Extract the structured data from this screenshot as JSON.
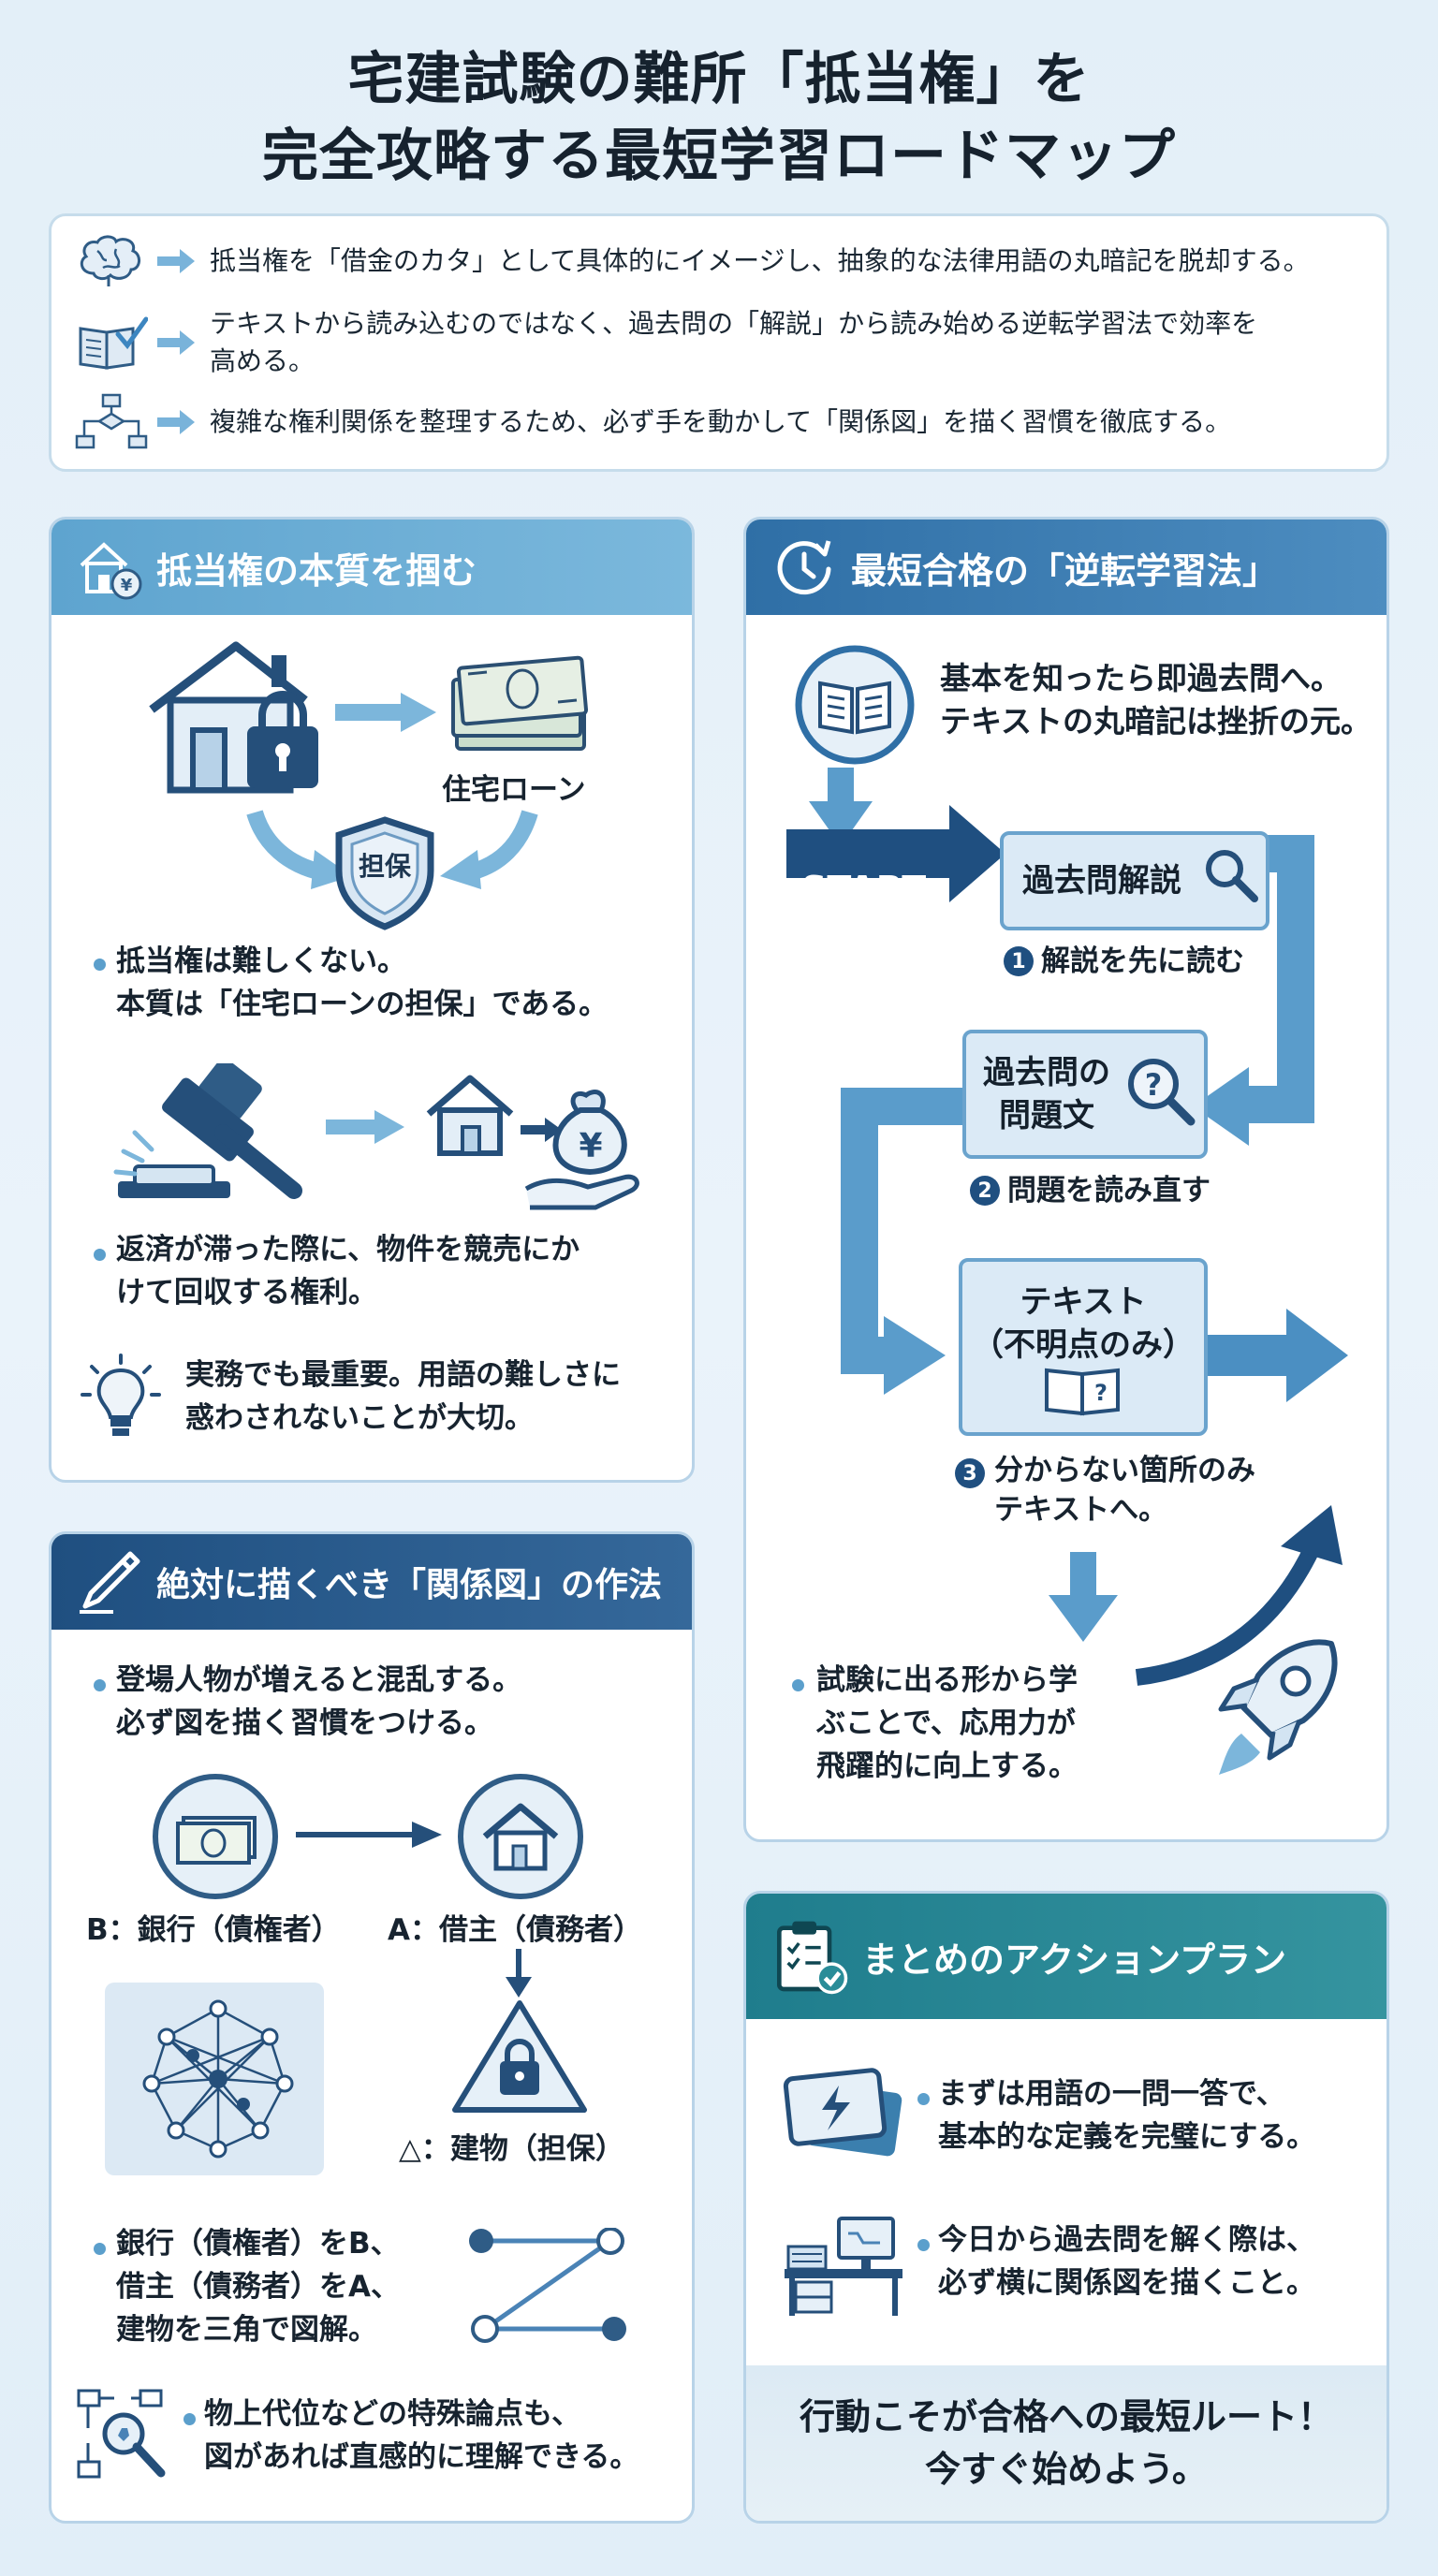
{
  "title": {
    "line1": "宅建試験の難所「抵当権」を",
    "line2": "完全攻略する最短学習ロードマップ"
  },
  "intro": {
    "items": [
      {
        "icon": "brain-icon",
        "text": "抵当権を「借金のカタ」として具体的にイメージし、抽象的な法律用語の丸暗記を脱却する。"
      },
      {
        "icon": "book-check-icon",
        "text_line1": "テキストから読み込むのではなく、過去問の「解説」から読み始める逆転学習法で効率を",
        "text_line2": "高める。"
      },
      {
        "icon": "flowchart-icon",
        "text": "複雑な権利関係を整理するため、必ず手を動かして「関係図」を描く習慣を徹底する。"
      }
    ]
  },
  "essence": {
    "title": "抵当権の本質を掴む",
    "loan_label": "住宅ローン",
    "shield_label": "担保",
    "point1_line1": "抵当権は難しくない。",
    "point1_line2": "本質は「住宅ローンの担保」である。",
    "point2_line1": "返済が滞った際に、物件を競売にか",
    "point2_line2": "けて回収する権利。",
    "tip_line1": "実務でも最重要。用語の難しさに",
    "tip_line2": "惑わされないことが大切。"
  },
  "reverse": {
    "title": "最短合格の「逆転学習法」",
    "intro_line1": "基本を知ったら即過去問へ。",
    "intro_line2": "テキストの丸暗記は挫折の元。",
    "start_label": "START",
    "box1": "過去問解説",
    "step1_num": "1",
    "step1": "解説を先に読む",
    "box2_line1": "過去問の",
    "box2_line2": "問題文",
    "step2_num": "2",
    "step2": "問題を読み直す",
    "box3_line1": "テキスト",
    "box3_line2": "（不明点のみ）",
    "step3_num": "3",
    "step3_line1": "分からない箇所のみ",
    "step3_line2": "テキストへ。",
    "result_line1": "試験に出る形から学",
    "result_line2": "ぶことで、応用力が",
    "result_line3": "飛躍的に向上する。"
  },
  "diagram": {
    "title": "絶対に描くべき「関係図」の作法",
    "point1_line1": "登場人物が増えると混乱する。",
    "point1_line2": "必ず図を描く習慣をつける。",
    "bank_label": "B：銀行（債権者）",
    "borrower_label": "A：借主（債務者）",
    "building_label": "△：建物（担保）",
    "point2_line1": "銀行（債権者）をB、",
    "point2_line2": "借主（債務者）をA、",
    "point2_line3": "建物を三角で図解。",
    "point3_line1": "物上代位などの特殊論点も、",
    "point3_line2": "図があれば直感的に理解できる。"
  },
  "action": {
    "title": "まとめのアクションプラン",
    "item1_line1": "まずは用語の一問一答で、",
    "item1_line2": "基本的な定義を完璧にする。",
    "item2_line1": "今日から過去問を解く際は、",
    "item2_line2": "必ず横に関係図を描くこと。",
    "banner_line1": "行動こそが合格への最短ルート！",
    "banner_line2": "今すぐ始めよう。"
  },
  "colors": {
    "accent_light": "#5ea4cf",
    "accent_mid": "#2f6fa6",
    "accent_dark": "#1f4f80",
    "teal": "#1f7d8d",
    "flow_arrow": "#5a9ccb"
  }
}
